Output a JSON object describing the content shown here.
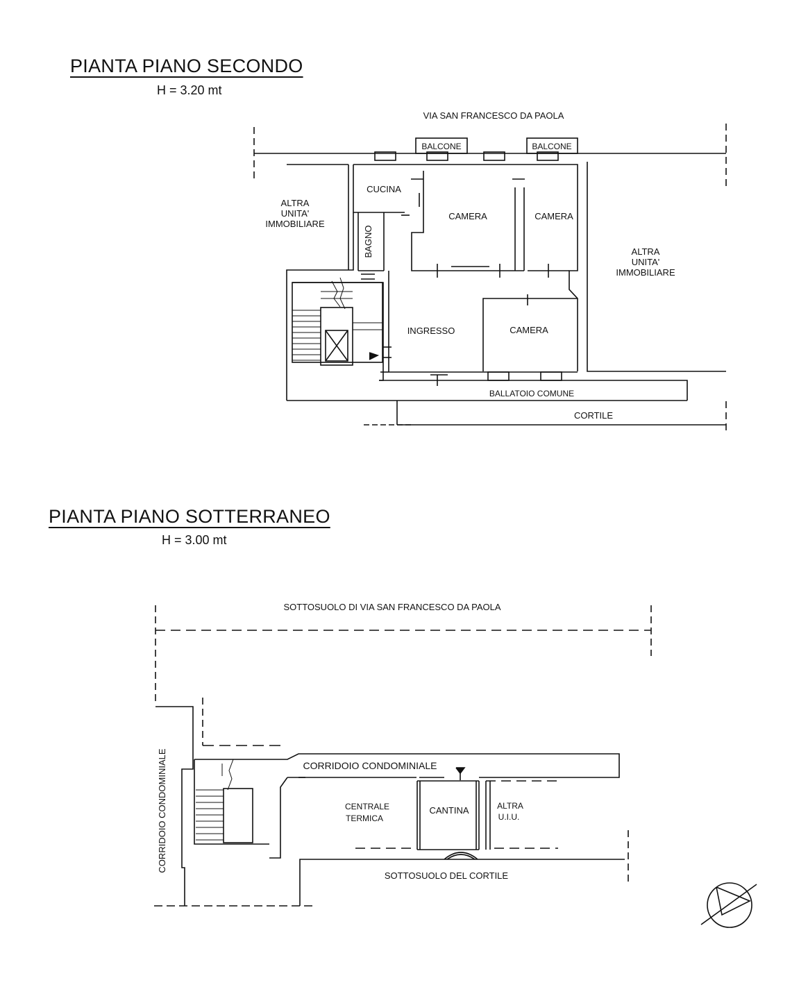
{
  "floor2": {
    "title": "PIANTA PIANO SECONDO",
    "height": "H = 3.20 mt",
    "street": "VIA SAN FRANCESCO DA PAOLA",
    "balcony_1": "BALCONE",
    "balcony_2": "BALCONE",
    "kitchen": "CUCINA",
    "bath": "BAGNO",
    "camera_1": "CAMERA",
    "camera_2": "CAMERA",
    "camera_3": "CAMERA",
    "entrance": "INGRESSO",
    "other_unit_left": [
      "ALTRA",
      "UNITA'",
      "IMMOBILIARE"
    ],
    "other_unit_right": [
      "ALTRA",
      "UNITA'",
      "IMMOBILIARE"
    ],
    "gallery": "BALLATOIO COMUNE",
    "courtyard": "CORTILE"
  },
  "basement": {
    "title": "PIANTA PIANO SOTTERRANEO",
    "height": "H = 3.00 mt",
    "street_under": "SOTTOSUOLO DI VIA SAN FRANCESCO DA PAOLA",
    "corridor_h": "CORRIDOIO CONDOMINIALE",
    "corridor_v": "CORRIDOIO CONDOMINIALE",
    "heating": [
      "CENTRALE",
      "TERMICA"
    ],
    "cellar": "CANTINA",
    "other_uiu": [
      "ALTRA",
      "U.I.U."
    ],
    "courtyard_under": "SOTTOSUOLO DEL CORTILE"
  },
  "north_arrow_icon": "north-arrow-icon"
}
